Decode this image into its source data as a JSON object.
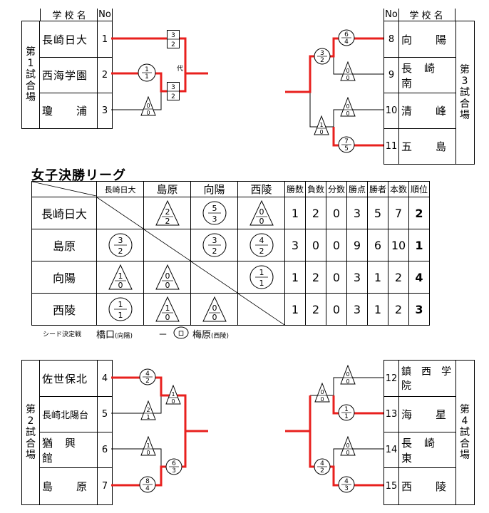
{
  "headers": {
    "school": "学 校 名",
    "no": "No"
  },
  "venue1": {
    "label": [
      "第",
      "1",
      "試",
      "合",
      "場"
    ],
    "teams": [
      {
        "name": "長崎日大",
        "no": "1"
      },
      {
        "name": "西海学園",
        "no": "2"
      },
      {
        "name": "瓊　　浦",
        "no": "3"
      }
    ],
    "scores": {
      "m23": [
        "1",
        "1"
      ],
      "m3": [
        "0",
        "0"
      ],
      "final_top": [
        "3",
        "2"
      ],
      "final_bot": [
        "3",
        "2"
      ]
    },
    "note": "代"
  },
  "venue3": {
    "label": [
      "第",
      "3",
      "試",
      "合",
      "場"
    ],
    "teams": [
      {
        "name": "向　　陽",
        "no": "8"
      },
      {
        "name": "長　崎　南",
        "no": "9"
      },
      {
        "name": "清　　峰",
        "no": "10"
      },
      {
        "name": "五　　島",
        "no": "11"
      }
    ],
    "scores": {
      "m89": [
        "6",
        "4"
      ],
      "m9": [
        "0",
        "0"
      ],
      "semi1": [
        "3",
        "2"
      ],
      "m10": [
        "0",
        "0"
      ],
      "m1011": [
        "7",
        "5"
      ],
      "semi2": [
        "1",
        "0"
      ]
    }
  },
  "venue2": {
    "label": [
      "第",
      "2",
      "試",
      "合",
      "場"
    ],
    "teams": [
      {
        "name": "佐世保北",
        "no": "4"
      },
      {
        "name": "長崎北陽台",
        "no": "5"
      },
      {
        "name": "猶　興　館",
        "no": "6"
      },
      {
        "name": "島　　原",
        "no": "7"
      }
    ],
    "scores": {
      "m45": [
        "4",
        "2"
      ],
      "m5": [
        "2",
        "1"
      ],
      "semi1": [
        "1",
        "0"
      ],
      "m6": [
        "1",
        "0"
      ],
      "m67": [
        "8",
        "4"
      ],
      "semi2": [
        "6",
        "3"
      ]
    }
  },
  "venue4": {
    "label": [
      "第",
      "4",
      "試",
      "合",
      "場"
    ],
    "teams": [
      {
        "name": "鎮　西　学　院",
        "no": "12"
      },
      {
        "name": "海　　星",
        "no": "13"
      },
      {
        "name": "長　崎　東",
        "no": "14"
      },
      {
        "name": "西　　陵",
        "no": "15"
      }
    ],
    "scores": {
      "m12": [
        "0",
        "0"
      ],
      "m13": [
        "1",
        "1"
      ],
      "semi1": [
        "0",
        "0"
      ],
      "m14": [
        "0",
        "0"
      ],
      "m15": [
        "4",
        "3"
      ],
      "semi2": [
        "4",
        "2"
      ]
    }
  },
  "league": {
    "title": "女子決勝リーグ",
    "columns": [
      "長崎日大",
      "島原",
      "向陽",
      "西陵"
    ],
    "stat_headers": [
      "勝数",
      "負数",
      "分数",
      "勝点",
      "勝者",
      "本数",
      "順位"
    ],
    "rows": [
      {
        "name": "長崎日大",
        "cells": [
          null,
          {
            "s": [
              "2",
              "2"
            ],
            "t": "tri"
          },
          {
            "s": [
              "5",
              "3"
            ],
            "t": "circ"
          },
          {
            "s": [
              "0",
              "0"
            ],
            "t": "tri"
          }
        ],
        "stats": [
          "1",
          "2",
          "0",
          "3",
          "5",
          "7",
          "2"
        ]
      },
      {
        "name": "島原",
        "cells": [
          {
            "s": [
              "3",
              "2"
            ],
            "t": "circ"
          },
          null,
          {
            "s": [
              "3",
              "2"
            ],
            "t": "circ"
          },
          {
            "s": [
              "4",
              "2"
            ],
            "t": "circ"
          }
        ],
        "stats": [
          "3",
          "0",
          "0",
          "9",
          "6",
          "10",
          "1"
        ]
      },
      {
        "name": "向陽",
        "cells": [
          {
            "s": [
              "1",
              "0"
            ],
            "t": "tri"
          },
          {
            "s": [
              "0",
              "0"
            ],
            "t": "tri"
          },
          null,
          {
            "s": [
              "1",
              "1"
            ],
            "t": "circ"
          }
        ],
        "stats": [
          "1",
          "2",
          "0",
          "3",
          "1",
          "2",
          "4"
        ]
      },
      {
        "name": "西陵",
        "cells": [
          {
            "s": [
              "1",
              "1"
            ],
            "t": "circ"
          },
          {
            "s": [
              "1",
              "0"
            ],
            "t": "tri"
          },
          {
            "s": [
              "0",
              "0"
            ],
            "t": "tri"
          },
          null
        ],
        "stats": [
          "1",
          "2",
          "0",
          "3",
          "1",
          "2",
          "3"
        ]
      }
    ],
    "seed_label": "シード決定戦",
    "seed_left": "橋口",
    "seed_left_team": "(向陽)",
    "seed_dash": "－",
    "seed_mark": "ロ",
    "seed_right": "梅原",
    "seed_right_team": "(西陵)"
  },
  "colors": {
    "win": "#e8201e",
    "line": "#000000"
  }
}
